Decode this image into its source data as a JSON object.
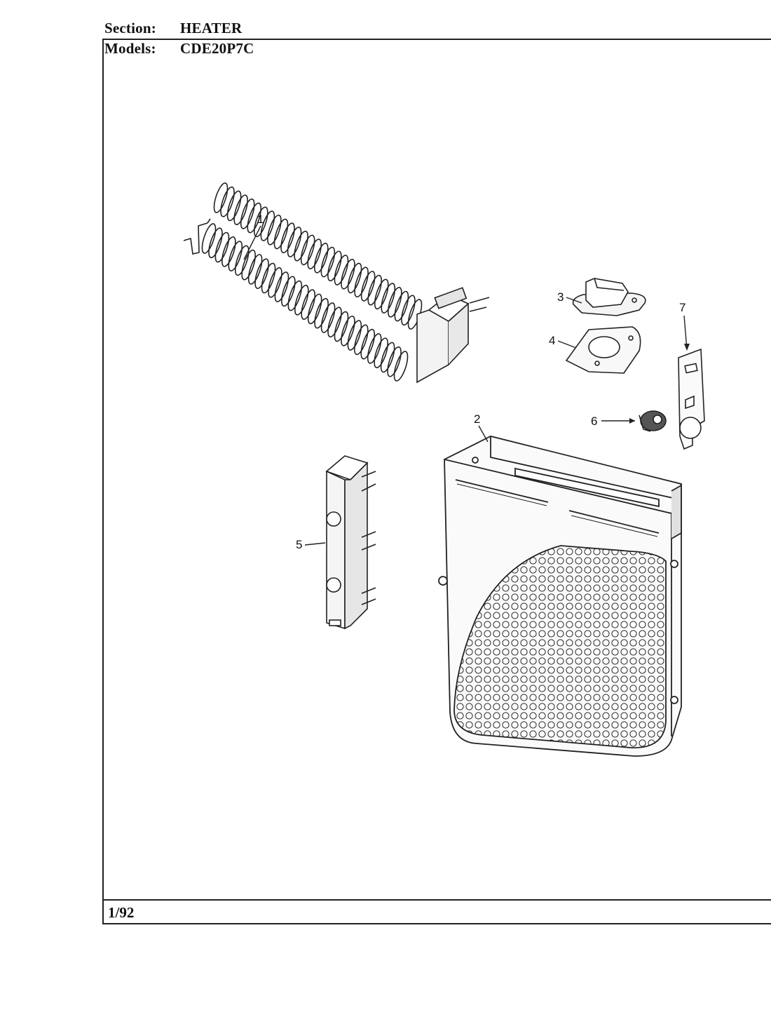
{
  "header": {
    "section_label": "Section:",
    "section_value": "HEATER",
    "models_label": "Models:",
    "models_value": "CDE20P7C"
  },
  "footer": {
    "date": "1/92"
  },
  "callouts": [
    "1",
    "2",
    "3",
    "4",
    "5",
    "6",
    "7"
  ]
}
